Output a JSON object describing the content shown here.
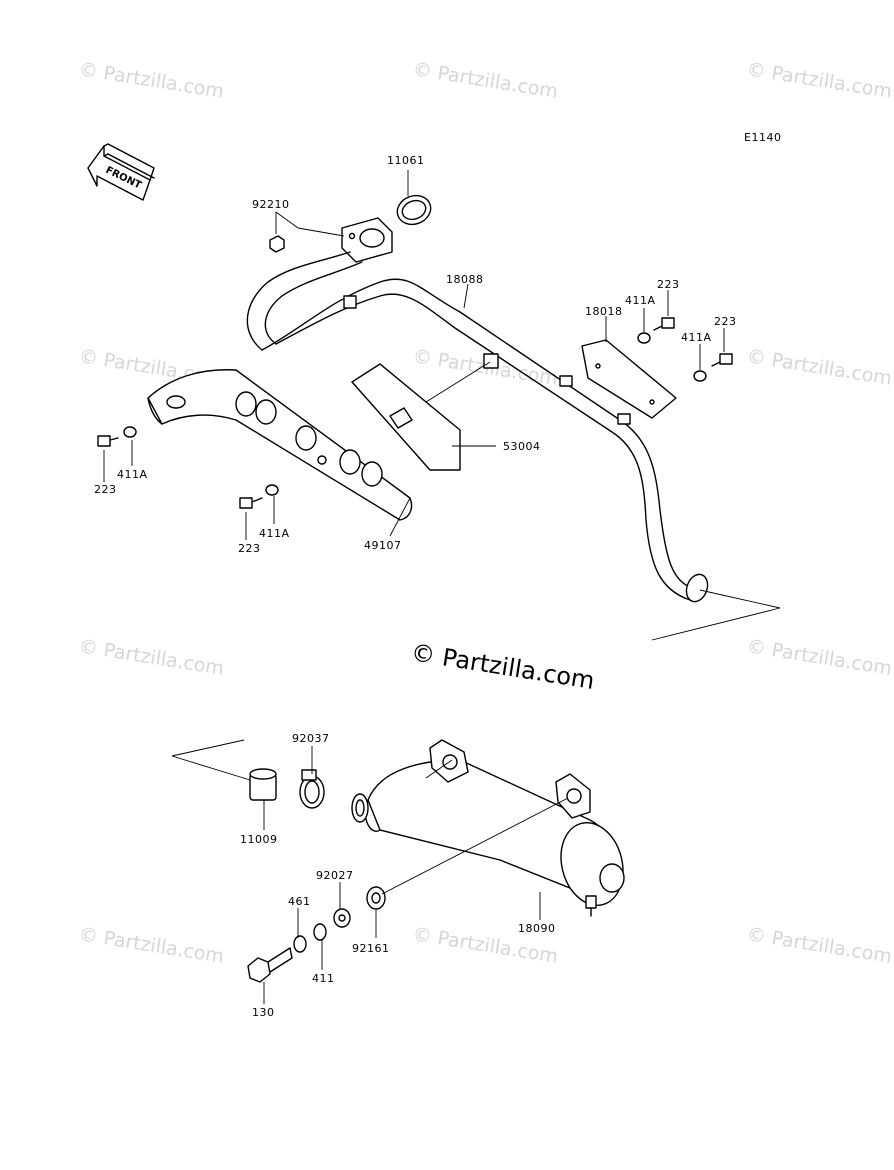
{
  "diagram_code": "E1140",
  "front_label": "FRONT",
  "watermark": "© Partzilla.com",
  "center_watermark": "© Partzilla.com",
  "parts": {
    "p11061": "11061",
    "p92210": "92210",
    "p18088": "18088",
    "p18018": "18018",
    "p223_a": "223",
    "p411a_a": "411A",
    "p223_b": "223",
    "p411a_b": "411A",
    "p53004": "53004",
    "p223_c": "223",
    "p411a_c": "411A",
    "p223_d": "223",
    "p411a_d": "411A",
    "p49107": "49107",
    "p92037": "92037",
    "p11009": "11009",
    "p92027": "92027",
    "p461": "461",
    "p411": "411",
    "p92161": "92161",
    "p18090": "18090",
    "p130": "130"
  }
}
